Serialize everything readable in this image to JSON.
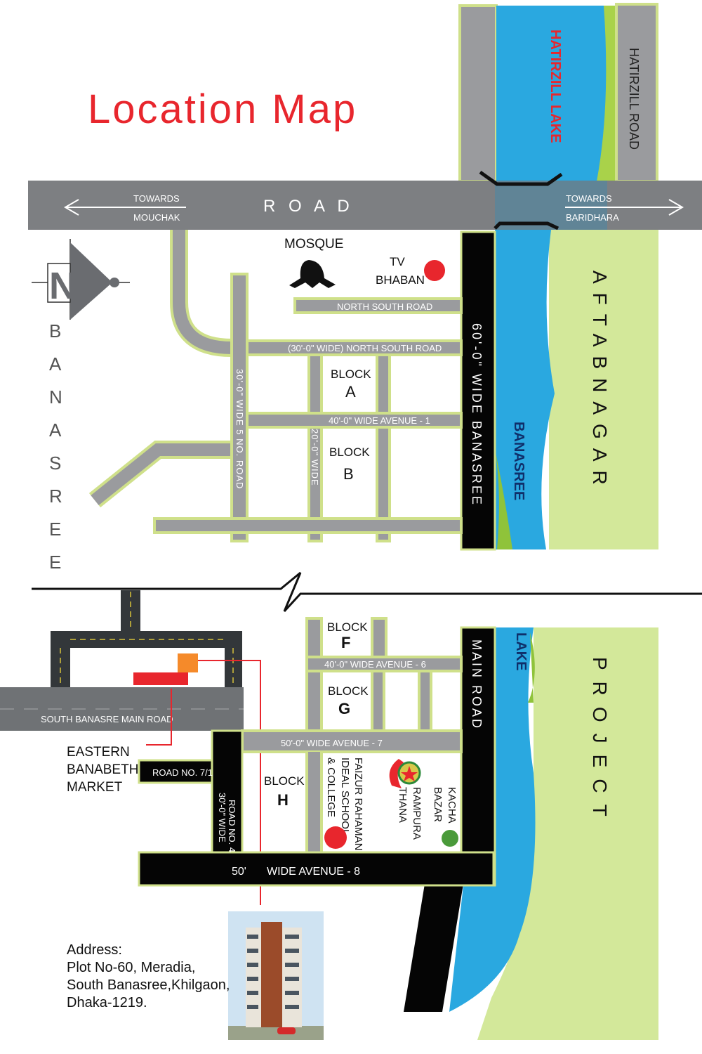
{
  "title": "Location Map",
  "colors": {
    "title": "#e8262d",
    "road": "#9a9b9e",
    "road_edge": "#cfe08a",
    "lake": "#2aa8e0",
    "green": "#d3e89a",
    "marker_red": "#e8262d",
    "marker_green": "#4a9a3a"
  },
  "main_road": {
    "label": "R O A D",
    "left_towards": "TOWARDS",
    "left_place": "MOUCHAK",
    "right_towards": "TOWARDS",
    "right_place": "BARIDHARA"
  },
  "top": {
    "lake": "HATIRZILL LAKE",
    "road": "HATIRZILL ROAD"
  },
  "north_arrow": {
    "letter": "N",
    "area": "BANASREE",
    "area_letters": [
      "B",
      "A",
      "N",
      "A",
      "S",
      "R",
      "E",
      "E"
    ]
  },
  "upper": {
    "mosque": "MOSQUE",
    "tv_line1": "TV",
    "tv_line2": "BHABAN",
    "ns_road": "NORTH SOUTH ROAD",
    "ns_road_wide_prefix": "(30'-0\" WIDE)",
    "ns_road_wide": "NORTH SOUTH ROAD",
    "road5": "30'-0\" WIDE 5 NO. ROAD",
    "road20": "20'-0\" WIDE",
    "avenue1": "40'-0\" WIDE AVENUE - 1",
    "block_label": "BLOCK",
    "block_a": "A",
    "block_b": "B",
    "banasree_road": "60'-0\" WIDE BANASREE",
    "banasree_lake": "BANASREE",
    "aftabnagar": "AFTABNAGAR"
  },
  "lower": {
    "south_road": "SOUTH BANASRE MAIN ROAD",
    "market": [
      "EASTERN",
      "BANABETHI",
      "MARKET"
    ],
    "road71": "ROAD NO. 7/1",
    "road4_line1": "ROAD NO. 4",
    "road4_line2": "30'-0\" WIDE",
    "block_label": "BLOCK",
    "block_f": "F",
    "block_g": "G",
    "block_h": "H",
    "avenue6": "40'-0\" WIDE AVENUE - 6",
    "avenue7": "50'-0\" WIDE AVENUE - 7",
    "avenue8_width": "50'",
    "avenue8": "WIDE AVENUE - 8",
    "main_road": "MAIN ROAD",
    "lake": "LAKE",
    "project": "PROJECT",
    "school": [
      "FAIZUR RAHAMAN",
      "IDEAL SCHOOL",
      "& COLLEGE"
    ],
    "thana": [
      "RAMPURA",
      "THANA"
    ],
    "bazar": [
      "KACHA",
      "BAZAR"
    ]
  },
  "address": {
    "label": "Address:",
    "lines": [
      "Plot No-60, Meradia,",
      "South Banasree,Khilgaon,",
      "Dhaka-1219."
    ]
  }
}
